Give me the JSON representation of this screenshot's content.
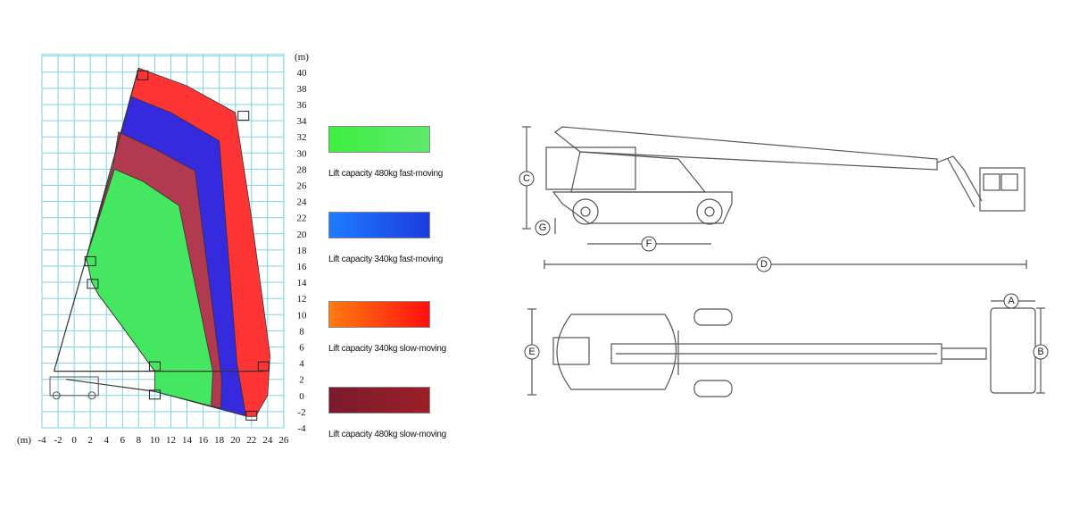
{
  "chart_data": {
    "type": "area",
    "title": "",
    "xlabel": "(m)",
    "ylabel": "(m)",
    "xlim": [
      -4,
      26
    ],
    "ylim": [
      -4,
      40
    ],
    "x_ticks": [
      -4,
      -2,
      0,
      2,
      4,
      6,
      8,
      10,
      12,
      14,
      16,
      18,
      20,
      22,
      24,
      26
    ],
    "y_ticks": [
      40,
      38,
      36,
      34,
      32,
      30,
      28,
      26,
      24,
      22,
      20,
      18,
      16,
      14,
      12,
      10,
      8,
      6,
      4,
      2,
      0,
      -2,
      -4
    ],
    "grid": true,
    "series": [
      {
        "name": "Lift capacity 340kg slow-moving",
        "color": "#ff2a2a",
        "points": [
          [
            8,
            40.5
          ],
          [
            14,
            38.3
          ],
          [
            20,
            35
          ],
          [
            22,
            22
          ],
          [
            24.3,
            5
          ],
          [
            24,
            0
          ],
          [
            22.5,
            -2.6
          ],
          [
            21.5,
            -2.6
          ],
          [
            10,
            0.5
          ],
          [
            10,
            3
          ],
          [
            6,
            8.5
          ],
          [
            3,
            12.5
          ],
          [
            2.2,
            14
          ],
          [
            1.5,
            17
          ],
          [
            5,
            29
          ],
          [
            7,
            37
          ]
        ]
      },
      {
        "name": "Lift capacity 340kg fast-moving",
        "color": "#2a2ae8",
        "points": [
          [
            7,
            37
          ],
          [
            12,
            35
          ],
          [
            18,
            31.5
          ],
          [
            20.2,
            4
          ],
          [
            21.3,
            -2.5
          ],
          [
            20.5,
            -2.3
          ],
          [
            10,
            0.5
          ],
          [
            10,
            3
          ],
          [
            6,
            8.5
          ],
          [
            3,
            12.5
          ],
          [
            2.2,
            14
          ],
          [
            1.5,
            17
          ],
          [
            5,
            29
          ]
        ]
      },
      {
        "name": "Lift capacity 480kg slow-moving",
        "color": "#b83a48",
        "points": [
          [
            5.5,
            32.6
          ],
          [
            10,
            30.5
          ],
          [
            15,
            27.8
          ],
          [
            18.3,
            2
          ],
          [
            18.2,
            -1.6
          ],
          [
            10,
            0.5
          ],
          [
            10,
            3
          ],
          [
            6,
            8.5
          ],
          [
            3,
            12.5
          ],
          [
            2.2,
            14
          ],
          [
            1.5,
            17
          ],
          [
            4.8,
            28.3
          ]
        ]
      },
      {
        "name": "Lift capacity 480kg fast-moving",
        "color": "#3ef060",
        "points": [
          [
            5,
            28
          ],
          [
            8.5,
            26.5
          ],
          [
            13,
            23.5
          ],
          [
            17.2,
            3
          ],
          [
            17,
            -1.3
          ],
          [
            10,
            0.5
          ],
          [
            10,
            3
          ],
          [
            6,
            8.5
          ],
          [
            3,
            12.5
          ],
          [
            2.2,
            14
          ],
          [
            1.5,
            17
          ]
        ]
      }
    ]
  },
  "legend": [
    {
      "label": "Lift capacity 480kg fast-moving",
      "color_from": "#3cf040",
      "color_to": "#5fe86c"
    },
    {
      "label": "Lift capacity 340kg fast-moving",
      "color_from": "#1f7cff",
      "color_to": "#1a3ce0"
    },
    {
      "label": "Lift capacity 340kg slow-moving",
      "color_from": "#ff7a10",
      "color_to": "#ff1010"
    },
    {
      "label": "Lift capacity 480kg slow-moving",
      "color_from": "#7a1a2e",
      "color_to": "#9a2026"
    }
  ],
  "dimensions": {
    "a": "A",
    "b": "B",
    "c": "C",
    "d": "D",
    "e": "E",
    "f": "F",
    "g": "G"
  }
}
